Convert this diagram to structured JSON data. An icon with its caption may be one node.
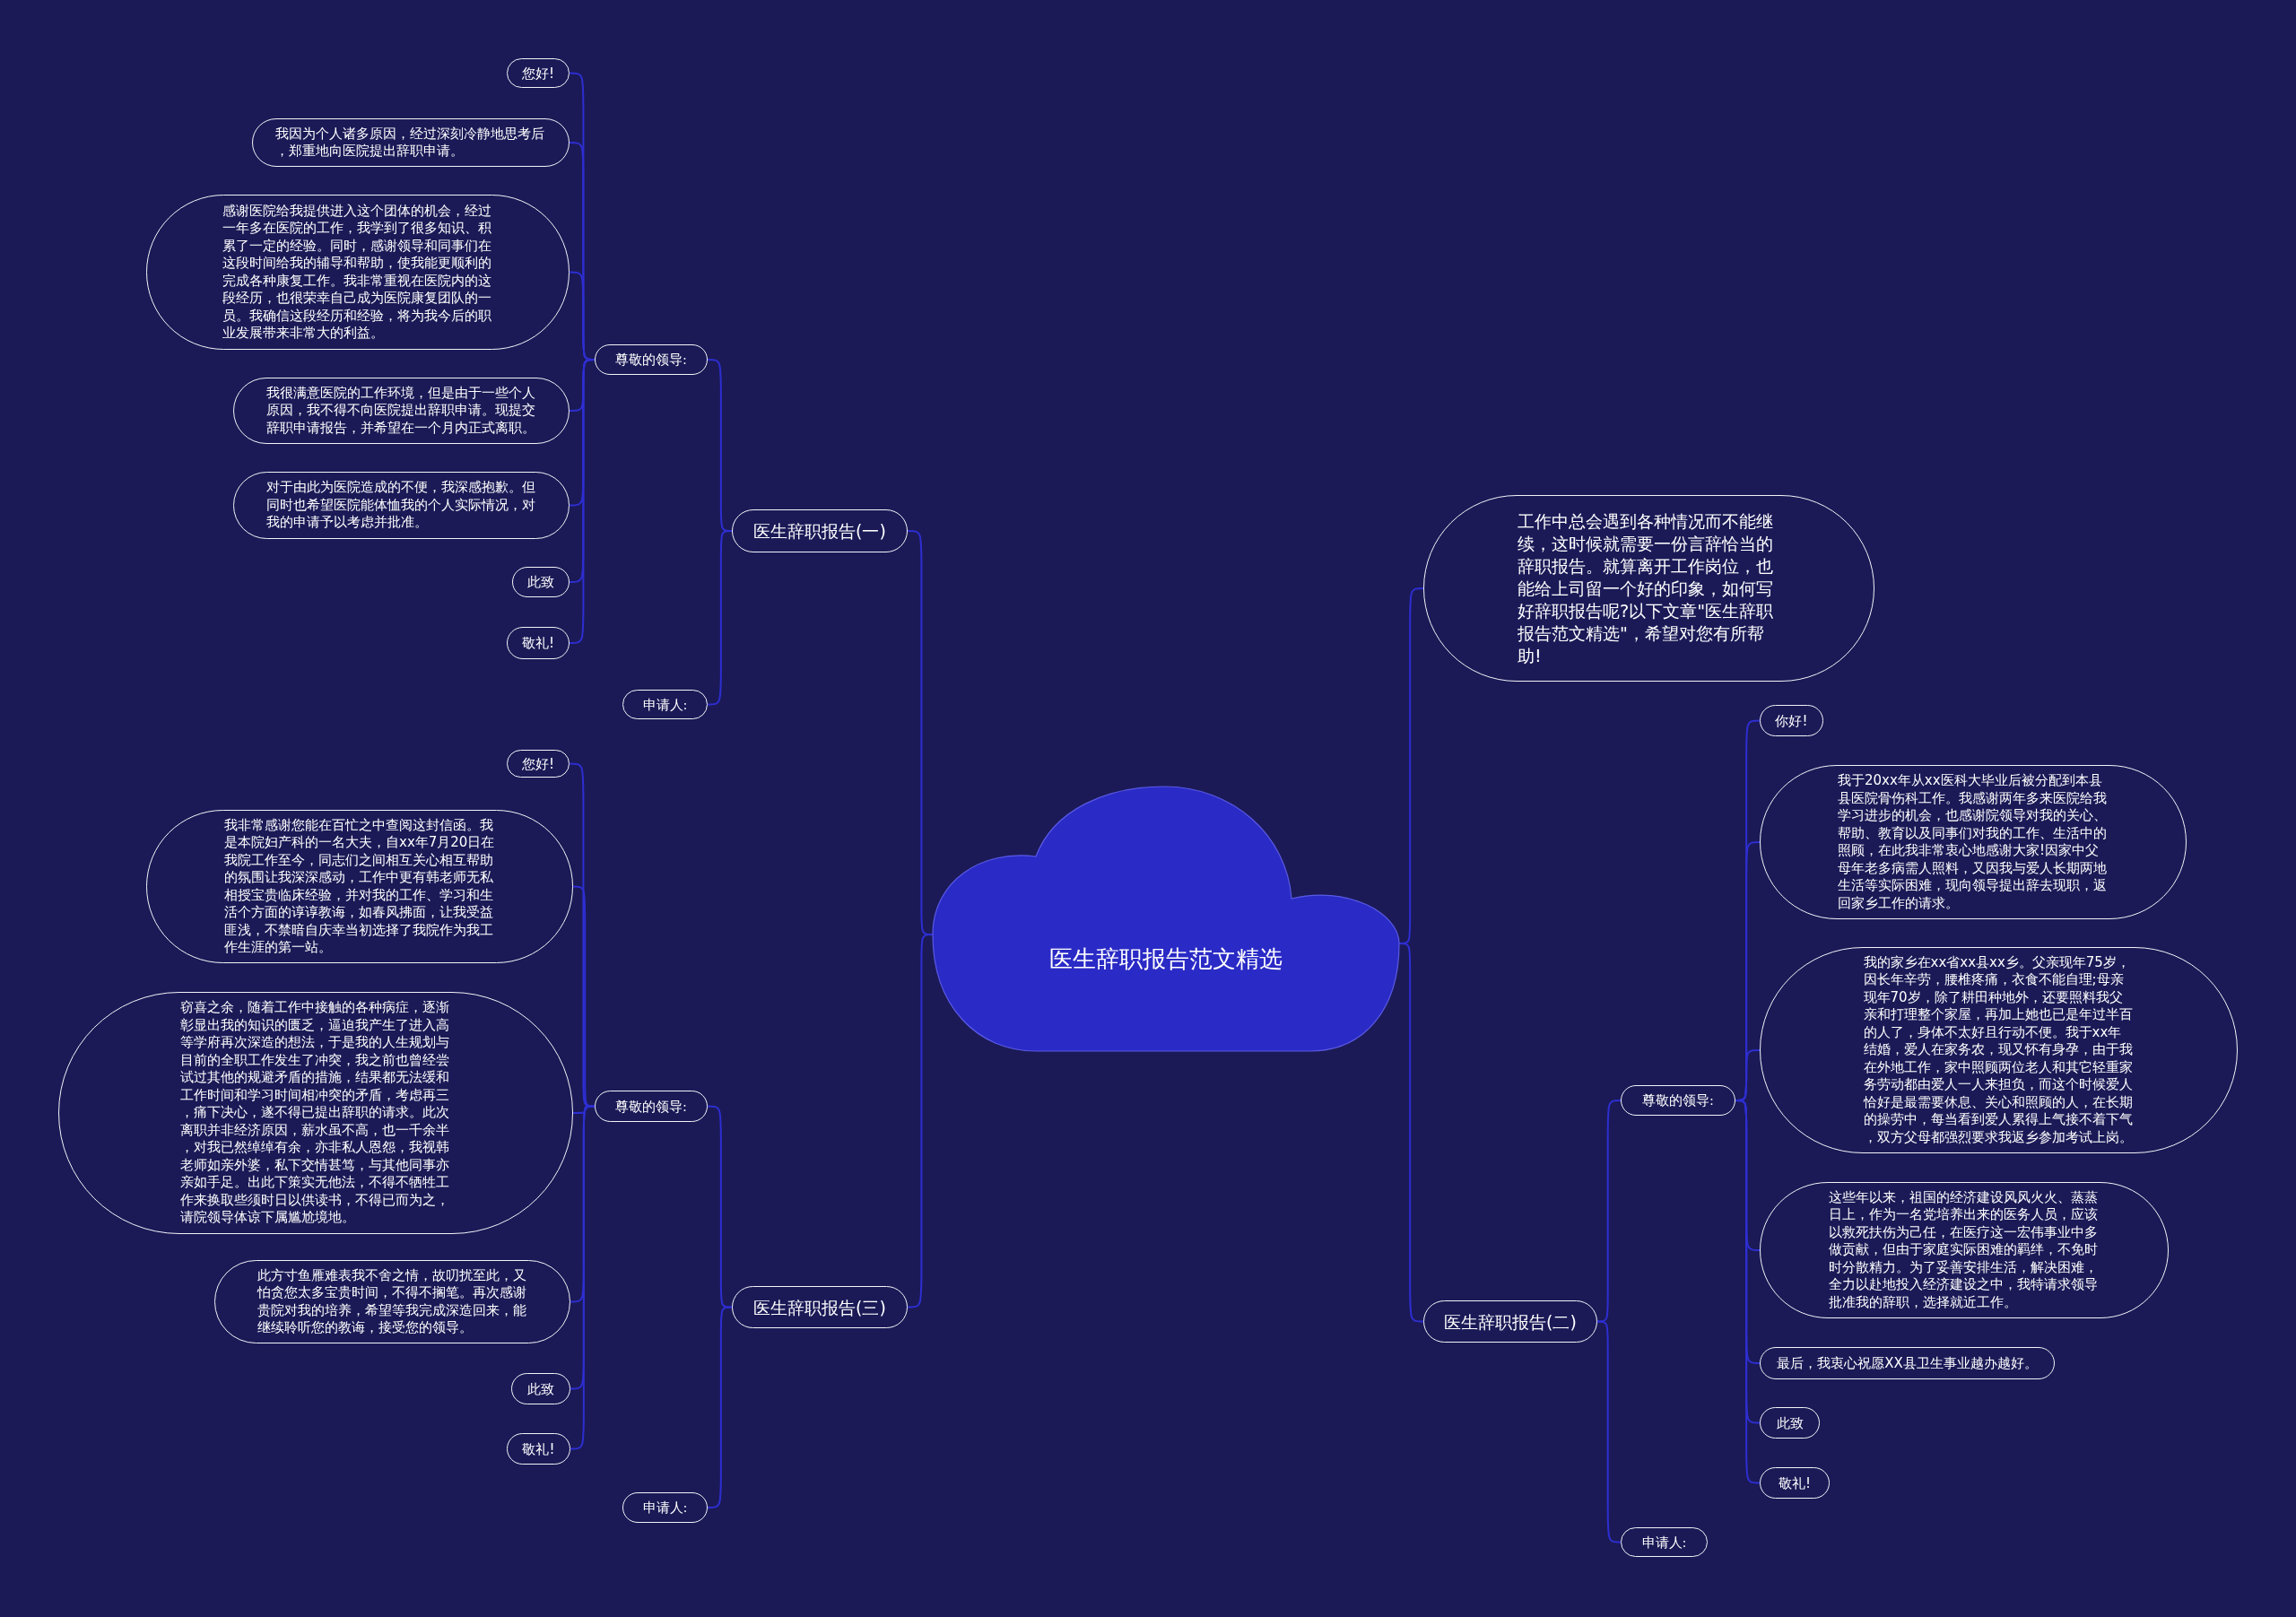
{
  "diagram": {
    "nodes": [
      {
        "text": [
          "医生辞职报告范文精选"
        ]
      },
      {
        "text": [
          "工作中总会遇到各种情况而不能继续，这时候就需要一份言辞恰当的辞职报告。就算离开工作岗位，也能给上司留一个好的印象，如何写好辞职报告呢?以下文章\"医生辞职报告范文精选\"，希望对您有所帮助!"
        ]
      },
      {
        "text": [
          "医生辞职报告(一)"
        ]
      },
      {
        "text": [
          "尊敬的领导:"
        ]
      },
      {
        "text": [
          "您好!"
        ]
      },
      {
        "text": [
          "我因为个人诸多原因，经过深刻冷静地思考后，郑重地向医院提出辞职申请。"
        ]
      },
      {
        "text": [
          "感谢医院给我提供进入这个团体的机会，经过一年多在医院的工作，我学到了很多知识、积累了一定的经验。同时，感谢领导和同事们在这段时间给我的辅导和帮助，使我能更顺利的完成各种康复工作。我非常重视在医院内的这段经历，也很荣幸自己成为医院康复团队的一员。我确信这段经历和经验，将为我今后的职业发展带来非常大的利益。"
        ]
      },
      {
        "text": [
          "我很满意医院的工作环境，但是由于一些个人原因，我不得不向医院提出辞职申请。现提交辞职申请报告，并希望在一个月内正式离职。"
        ]
      },
      {
        "text": [
          "对于由此为医院造成的不便，我深感抱歉。但同时也希望医院能体恤我的个人实际情况，对我的申请予以考虑并批准。"
        ]
      },
      {
        "text": [
          "此致"
        ]
      },
      {
        "text": [
          "敬礼!"
        ]
      },
      {
        "text": [
          "申请人:"
        ]
      },
      {
        "text": [
          "医生辞职报告(二)"
        ]
      },
      {
        "text": [
          "尊敬的领导:"
        ]
      },
      {
        "text": [
          "你好!"
        ]
      },
      {
        "text": [
          "我于20xx年从xx医科大毕业后被分配到本县县医院骨伤科工作。我感谢两年多来医院给我学习进步的机会，也感谢院领导对我的关心、帮助、教育以及同事们对我的工作、生活中的照顾，在此我非常衷心地感谢大家!因家中父母年老多病需人照料，又因我与爱人长期两地生活等实际困难，现向领导提出辞去现职，返回家乡工作的请求。"
        ]
      },
      {
        "text": [
          "我的家乡在xx省xx县xx乡。父亲现年75岁，因长年辛劳，腰椎疼痛，衣食不能自理;母亲现年70岁，除了耕田种地外，还要照料我父亲和打理整个家屋，再加上她也已是年过半百的人了，身体不太好且行动不便。我于xx年结婚，爱人在家务农，现又怀有身孕，由于我在外地工作，家中照顾两位老人和其它轻重家务劳动都由爱人一人来担负，而这个时候爱人恰好是最需要休息、关心和照顾的人，在长期的操劳中，每当看到爱人累得上气接不着下气，双方父母都强烈要求我返乡参加考试上岗。"
        ]
      },
      {
        "text": [
          "这些年以来，祖国的经济建设风风火火、蒸蒸日上，作为一名党培养出来的医务人员，应该以救死扶伤为己任，在医疗这一宏伟事业中多做贡献，但由于家庭实际困难的羁绊，不免时时分散精力。为了妥善安排生活，解决困难，全力以赴地投入经济建设之中，我特请求领导批准我的辞职，选择就近工作。"
        ]
      },
      {
        "text": [
          "最后，我衷心祝愿XX县卫生事业越办越好。"
        ]
      },
      {
        "text": [
          "此致"
        ]
      },
      {
        "text": [
          "敬礼!"
        ]
      },
      {
        "text": [
          "申请人:"
        ]
      },
      {
        "text": [
          "医生辞职报告(三)"
        ]
      },
      {
        "text": [
          "尊敬的领导:"
        ]
      },
      {
        "text": [
          "您好!"
        ]
      },
      {
        "text": [
          "我非常感谢您能在百忙之中查阅这封信函。我是本院妇产科的一名大夫，自xx年7月20日在我院工作至今，同志们之间相互关心相互帮助的氛围让我深深感动，工作中更有韩老师无私相授宝贵临床经验，并对我的工作、学习和生活个方面的谆谆教诲，如春风拂面，让我受益匪浅，不禁暗自庆幸当初选择了我院作为我工作生涯的第一站。"
        ]
      },
      {
        "text": [
          "窃喜之余，随着工作中接触的各种病症，逐渐彰显出我的知识的匮乏，逼迫我产生了进入高等学府再次深造的想法，于是我的人生规划与目前的全职工作发生了冲突，我之前也曾经尝试过其他的规避矛盾的措施，结果都无法缓和工作时间和学习时间相冲突的矛盾，考虑再三，痛下决心，遂不得已提出辞职的请求。此次离职并非经济原因，薪水虽不高，也一千余半，对我已然绰绰有余，亦非私人恩怨，我视韩老师如亲外婆，私下交情甚笃，与其他同事亦亲如手足。出此下策实无他法，不得不牺牲工作来换取些须时日以供读书，不得已而为之，请院领导体谅下属尴尬境地。"
        ]
      },
      {
        "text": [
          "此方寸鱼雁难表我不舍之情，故叨扰至此，又怕贪您太多宝贵时间，不得不搁笔。再次感谢贵院对我的培养，希望等我完成深造回来，能继续聆听您的教诲，接受您的领导。"
        ]
      },
      {
        "text": [
          "此致"
        ]
      },
      {
        "text": [
          "敬礼!"
        ]
      },
      {
        "text": [
          "申请人:"
        ]
      }
    ],
    "edges": [
      {
        "from": 0,
        "to": 1,
        "arrow": "none"
      },
      {
        "from": 0,
        "to": 2,
        "arrow": "none"
      },
      {
        "from": 2,
        "to": 3,
        "arrow": "none"
      },
      {
        "from": 3,
        "to": 4,
        "arrow": "none"
      },
      {
        "from": 3,
        "to": 5,
        "arrow": "none"
      },
      {
        "from": 3,
        "to": 6,
        "arrow": "none"
      },
      {
        "from": 3,
        "to": 7,
        "arrow": "none"
      },
      {
        "from": 3,
        "to": 8,
        "arrow": "none"
      },
      {
        "from": 3,
        "to": 9,
        "arrow": "none"
      },
      {
        "from": 3,
        "to": 10,
        "arrow": "none"
      },
      {
        "from": 2,
        "to": 11,
        "arrow": "none"
      },
      {
        "from": 0,
        "to": 12,
        "arrow": "none"
      },
      {
        "from": 12,
        "to": 13,
        "arrow": "none"
      },
      {
        "from": 13,
        "to": 14,
        "arrow": "none"
      },
      {
        "from": 13,
        "to": 15,
        "arrow": "none"
      },
      {
        "from": 13,
        "to": 16,
        "arrow": "none"
      },
      {
        "from": 13,
        "to": 17,
        "arrow": "none"
      },
      {
        "from": 13,
        "to": 18,
        "arrow": "none"
      },
      {
        "from": 13,
        "to": 19,
        "arrow": "none"
      },
      {
        "from": 13,
        "to": 20,
        "arrow": "none"
      },
      {
        "from": 12,
        "to": 21,
        "arrow": "none"
      },
      {
        "from": 0,
        "to": 22,
        "arrow": "none"
      },
      {
        "from": 22,
        "to": 23,
        "arrow": "none"
      },
      {
        "from": 23,
        "to": 24,
        "arrow": "none"
      },
      {
        "from": 23,
        "to": 25,
        "arrow": "none"
      },
      {
        "from": 23,
        "to": 26,
        "arrow": "none"
      },
      {
        "from": 23,
        "to": 27,
        "arrow": "none"
      },
      {
        "from": 23,
        "to": 28,
        "arrow": "none"
      },
      {
        "from": 23,
        "to": 29,
        "arrow": "none"
      },
      {
        "from": 22,
        "to": 30,
        "arrow": "none"
      }
    ]
  }
}
